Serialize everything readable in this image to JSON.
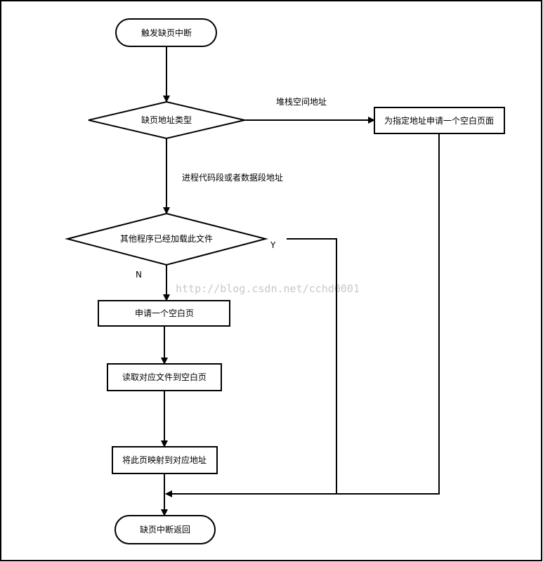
{
  "nodes": {
    "start": "触发缺页中断",
    "addr_type": "缺页地址类型",
    "alloc_blank_stack": "为指定地址申请一个空白页面",
    "other_loaded": "其他程序已经加载此文件",
    "alloc_blank": "申请一个空白页",
    "read_file": "读取对应文件到空白页",
    "map_page": "将此页映射到对应地址",
    "end": "缺页中断返回"
  },
  "edge_labels": {
    "stack": "堆栈空间地址",
    "code_data": "进程代码段或者数据段地址",
    "yes": "Y",
    "no": "N"
  },
  "watermark": "http://blog.csdn.net/cchd0001"
}
